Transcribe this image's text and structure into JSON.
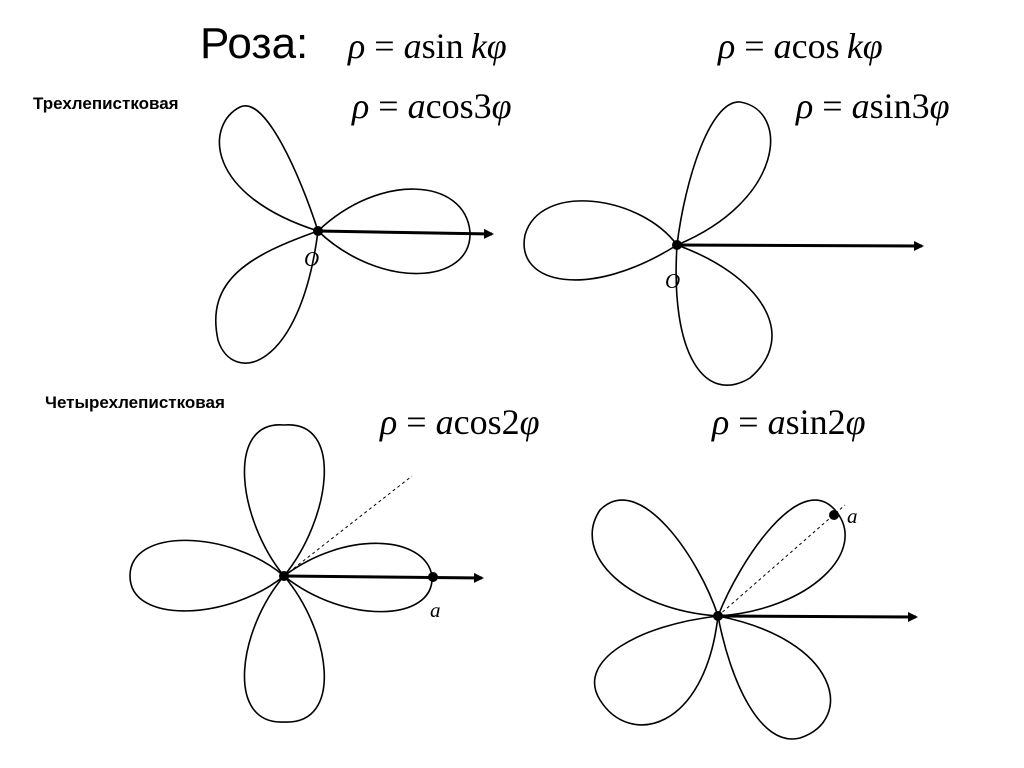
{
  "title": "Роза:",
  "labels": {
    "three_petal": "Трехлепистковая",
    "four_petal": "Четырехлепистковая"
  },
  "formulas": {
    "general_sin": {
      "lhs": "ρ",
      "eq": " = ",
      "a": "a",
      "fn": "sin",
      "arg": "kφ"
    },
    "general_cos": {
      "lhs": "ρ",
      "eq": " = ",
      "a": "a",
      "fn": "cos",
      "arg": "kφ"
    },
    "cos3": {
      "lhs": "ρ",
      "eq": " = ",
      "a": "a",
      "fn": "cos",
      "k": "3",
      "var": "φ"
    },
    "sin3": {
      "lhs": "ρ",
      "eq": " = ",
      "a": "a",
      "fn": "sin",
      "k": "3",
      "var": "φ"
    },
    "cos2": {
      "lhs": "ρ",
      "eq": " = ",
      "a": "a",
      "fn": "cos",
      "k": "2",
      "var": "φ"
    },
    "sin2": {
      "lhs": "ρ",
      "eq": " = ",
      "a": "a",
      "fn": "sin",
      "k": "2",
      "var": "φ"
    }
  },
  "points": {
    "origin_1": "O",
    "origin_2": "O",
    "a_1": "a",
    "a_2": "a"
  },
  "curves": [
    {
      "name": "rose-cos3",
      "fn": "cos",
      "k": 3
    },
    {
      "name": "rose-sin3",
      "fn": "sin",
      "k": 3
    },
    {
      "name": "rose-cos2",
      "fn": "cos",
      "k": 2
    },
    {
      "name": "rose-sin2",
      "fn": "sin",
      "k": 2
    }
  ]
}
